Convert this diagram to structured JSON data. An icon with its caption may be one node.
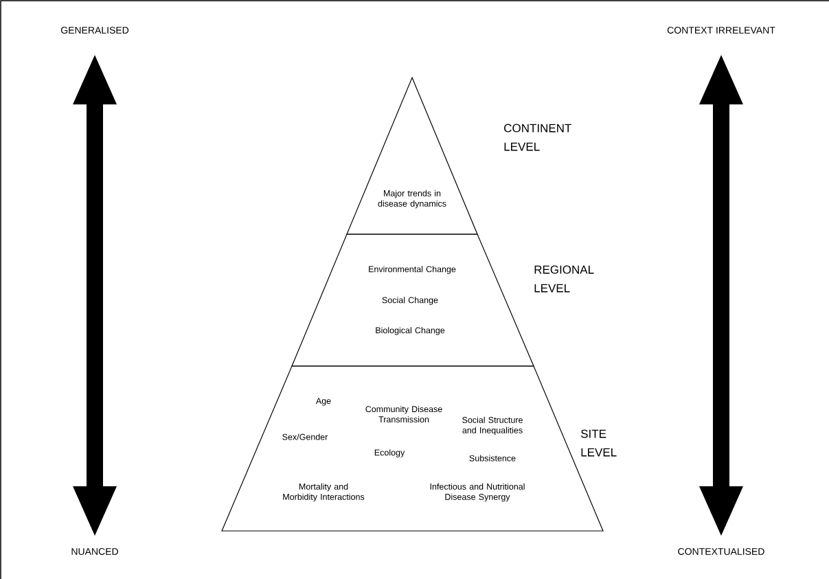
{
  "diagram": {
    "nodes": [
      {
        "text": [
          "Major trends in disease dynamics"
        ],
        "beside": [
          "CONTINENT LEVEL"
        ]
      },
      {
        "text": [
          "Environmental Change",
          "Social Change",
          "Biological Change"
        ],
        "beside": [
          "REGIONAL LEVEL"
        ]
      },
      {
        "text": [
          "Age",
          "Community Disease Transmission",
          "Social Structure and Inequalities",
          "Sex/Gender",
          "Ecology",
          "Subsistence",
          "Mortality and Morbidity Interactions",
          "Infectious and Nutritional Disease Synergy"
        ],
        "beside": [
          "SITE LEVEL"
        ]
      }
    ],
    "edges": [],
    "labels": [
      "GENERALISED",
      "CONTEXT IRRELEVANT",
      "NUANCED",
      "CONTEXTUALISED"
    ]
  }
}
